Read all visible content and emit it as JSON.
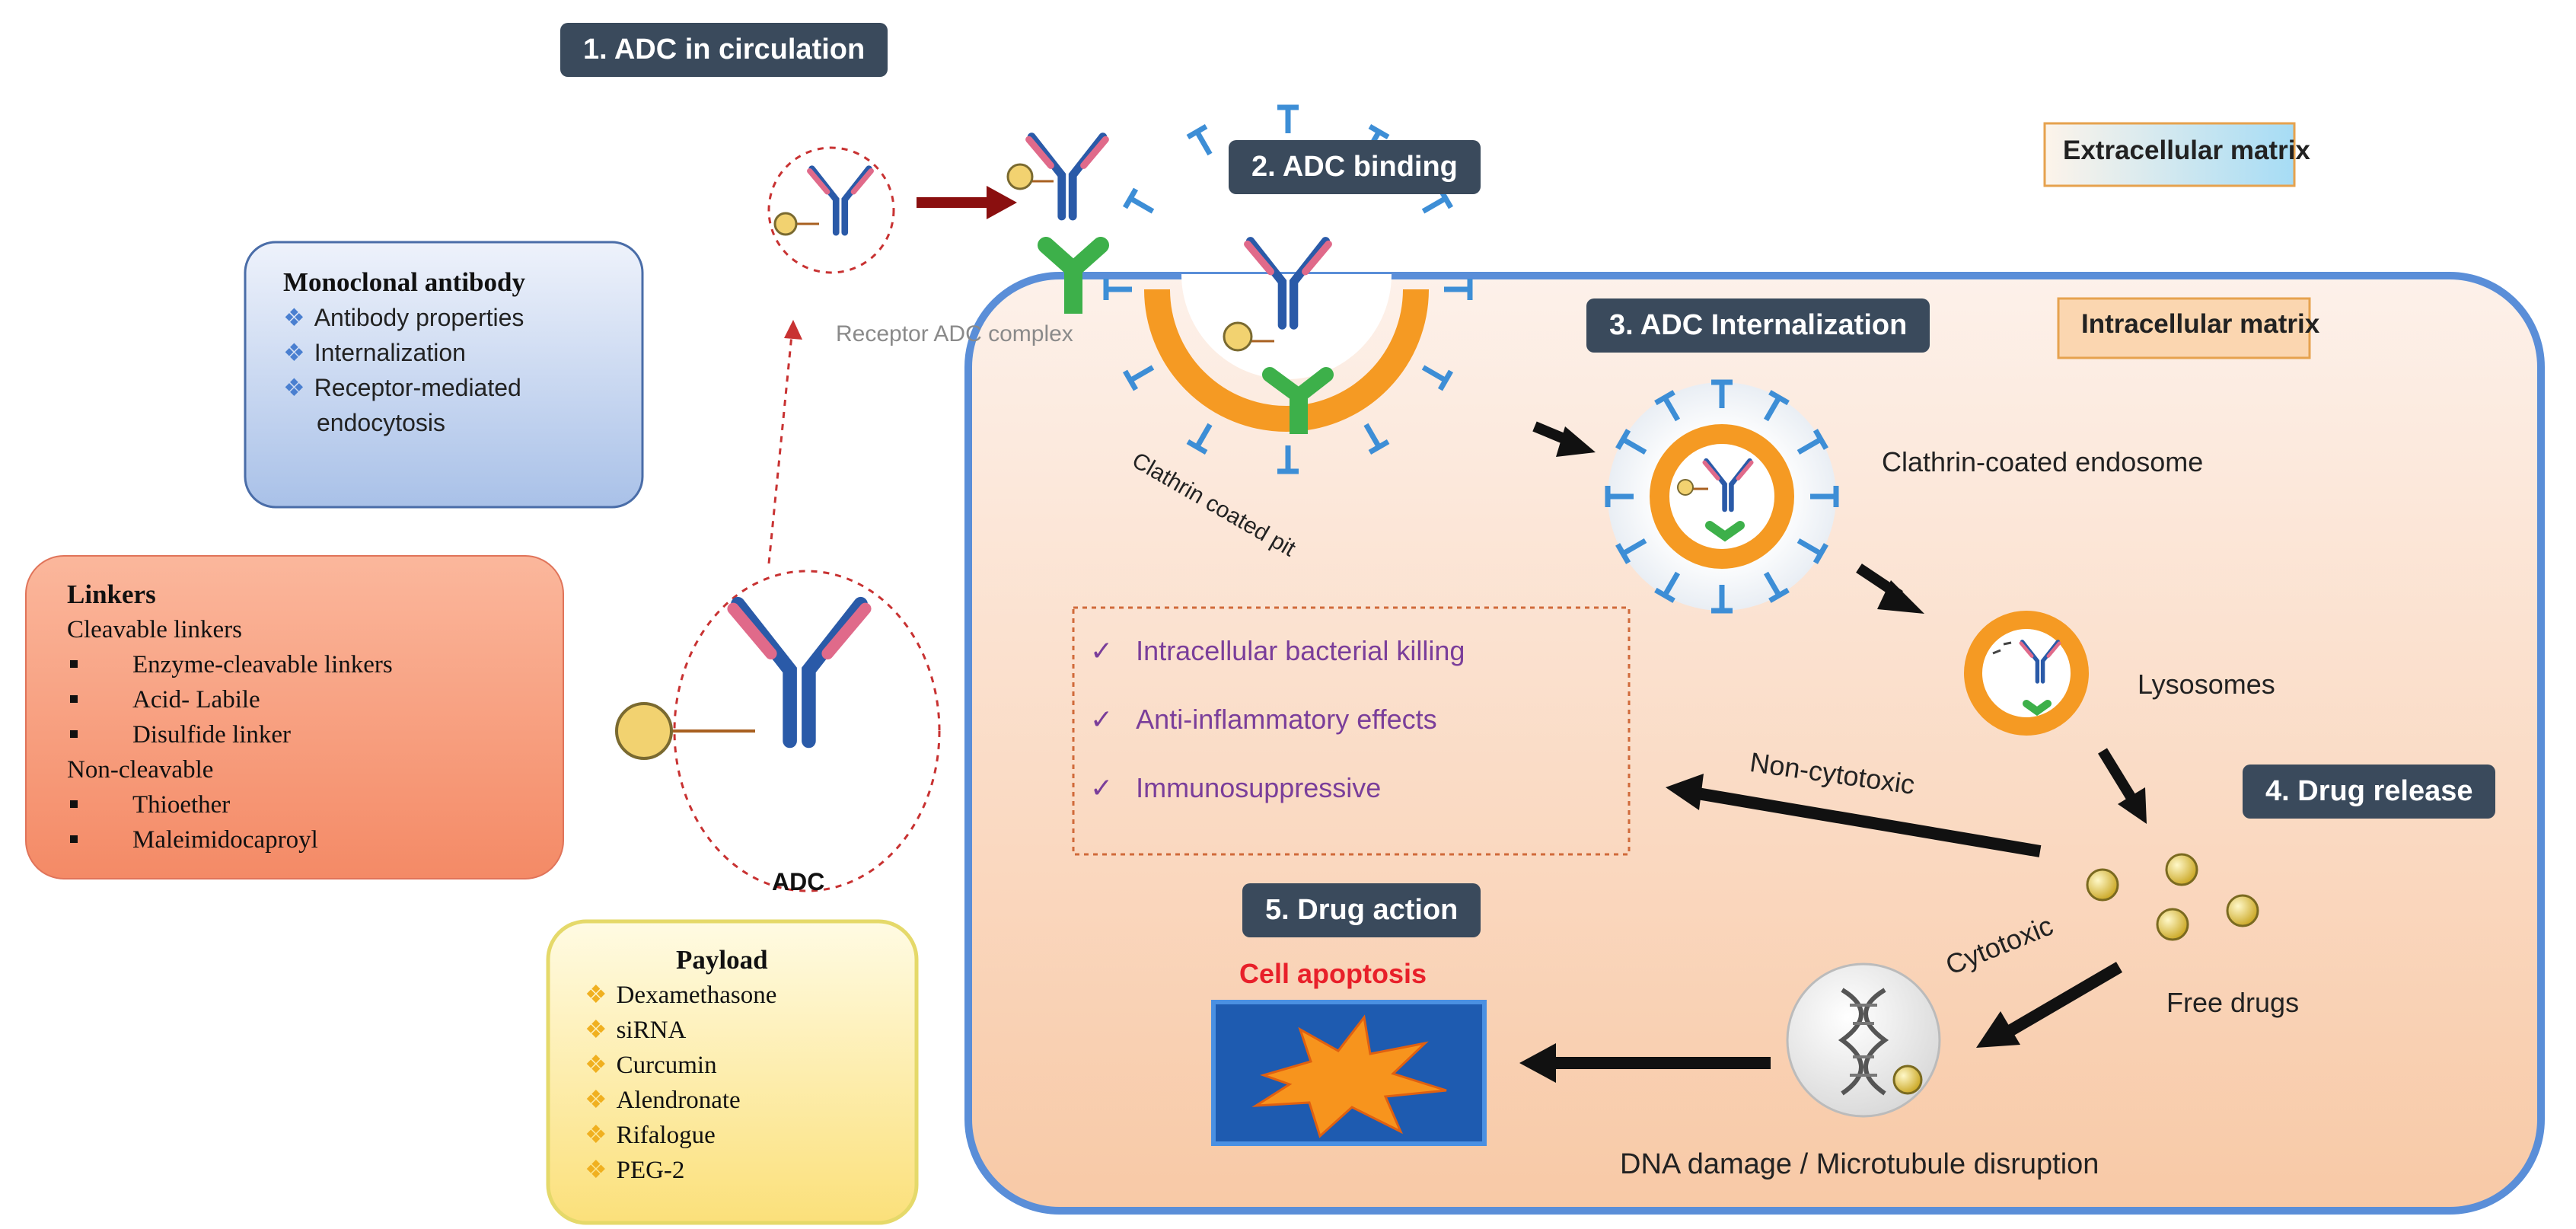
{
  "steps": {
    "circulation": "1. ADC in circulation",
    "binding": "2. ADC binding",
    "internalization": "3. ADC Internalization",
    "release": "4. Drug release",
    "action": "5. Drug  action"
  },
  "regions": {
    "extracellular": "Extracellular matrix",
    "intracellular": "Intracellular matrix"
  },
  "labels": {
    "receptor_complex": "Receptor ADC complex",
    "coated_pit": "Clathrin coated pit",
    "endosome": "Clathrin-coated  endosome",
    "lysosomes": "Lysosomes",
    "non_cytotoxic": "Non-cytotoxic",
    "cytotoxic": "Cytotoxic",
    "free_drugs": "Free drugs",
    "dna_damage": "DNA damage / Microtubule disruption",
    "apoptosis": "Cell apoptosis",
    "adc": "ADC"
  },
  "mab_box": {
    "title": "Monoclonal antibody",
    "items": [
      "Antibody properties",
      "Internalization",
      "Receptor-mediated",
      "endocytosis"
    ]
  },
  "linkers_box": {
    "title": "Linkers",
    "cleavable": "Cleavable linkers",
    "cleavable_items": [
      "Enzyme-cleavable  linkers",
      "Acid- Labile",
      "Disulfide linker"
    ],
    "non_cleavable": "Non-cleavable",
    "non_cleavable_items": [
      "Thioether",
      "Maleimidocaproyl"
    ]
  },
  "payload_box": {
    "title": "Payload",
    "items": [
      "Dexamethasone",
      "siRNA",
      "Curcumin",
      "Alendronate",
      "Rifalogue",
      "PEG-2"
    ]
  },
  "effects": [
    "Intracellular bacterial killing",
    "Anti-inflammatory effects",
    "Immunosuppressive"
  ],
  "colors": {
    "step_label_bg": "#3a4a5c",
    "antibody_blue": "#2a5aa8",
    "antibody_pink": "#e06a8a",
    "receptor_green": "#3db04a",
    "membrane_orange": "#f59a23",
    "clathrin_blue": "#3d8ed6",
    "payload_yellow": "#f2d270",
    "effects_purple": "#7a3e9a",
    "apoptosis_red": "#e8202a"
  }
}
